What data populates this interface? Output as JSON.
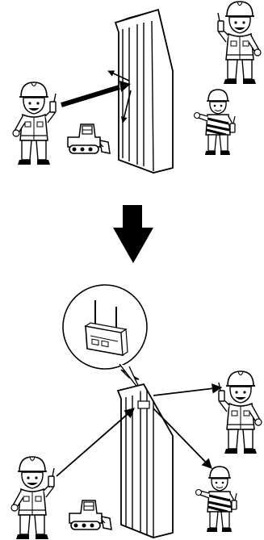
{
  "colors": {
    "background": "#ffffff",
    "ink": "#000000",
    "helmet_fill": "#ffffff",
    "skin_fill": "#ffffff",
    "bulldozer_fill": "#ffffff",
    "arrow_fill": "#000000"
  },
  "icons": {
    "worker": "construction-worker-with-radio-icon",
    "worker_small": "construction-worker-talking-icon",
    "bulldozer": "bulldozer-icon",
    "repeater": "radio-repeater-antenna-icon",
    "wall": "concrete-wall-icon",
    "arrow_down": "arrow-down-icon"
  },
  "scenes": [
    {
      "id": "before",
      "description_visible": "",
      "signal": "blocked"
    },
    {
      "id": "after",
      "description_visible": "",
      "signal": "relayed"
    }
  ]
}
